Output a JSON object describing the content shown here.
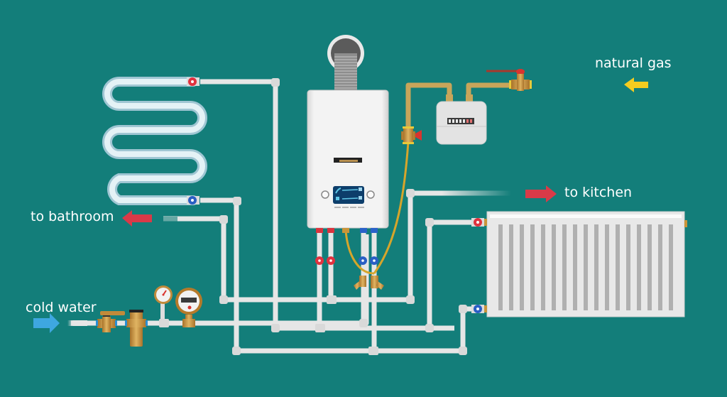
{
  "diagram": {
    "title": "Gas boiler heating and hot water system",
    "background_color": "#137e7a",
    "labels": {
      "natural_gas": "natural gas",
      "to_kitchen": "to kitchen",
      "to_bathroom": "to bathroom",
      "cold_water": "cold water"
    },
    "arrows": {
      "natural_gas": {
        "direction": "left",
        "color": "#f4cc1f"
      },
      "to_kitchen": {
        "direction": "right",
        "color": "#d93a48"
      },
      "to_bathroom": {
        "direction": "left",
        "color": "#d93a48"
      },
      "cold_water": {
        "direction": "right",
        "color": "#3ea7e0"
      }
    },
    "components": [
      {
        "id": "boiler",
        "label": "wall-mounted gas boiler",
        "display_color": "#0d3e6b"
      },
      {
        "id": "flue",
        "label": "flue pipe"
      },
      {
        "id": "gas_meter",
        "label": "gas meter"
      },
      {
        "id": "gas_valve",
        "label": "gas shut-off valve"
      },
      {
        "id": "towel_rail",
        "label": "serpentine towel rail radiator"
      },
      {
        "id": "panel_radiator",
        "label": "panel radiator",
        "fins": 17
      },
      {
        "id": "water_meter",
        "label": "water meter"
      },
      {
        "id": "pressure_gauge",
        "label": "pressure gauge"
      },
      {
        "id": "water_filter",
        "label": "water filter"
      },
      {
        "id": "inlet_valve",
        "label": "cold water inlet valve"
      }
    ],
    "colors": {
      "pipe": "#e6e6e6",
      "hot_valve": "#e0323f",
      "cold_valve": "#2a5fc4",
      "brass": "#c9953a",
      "gas_pipe": "#c8a55a"
    }
  }
}
